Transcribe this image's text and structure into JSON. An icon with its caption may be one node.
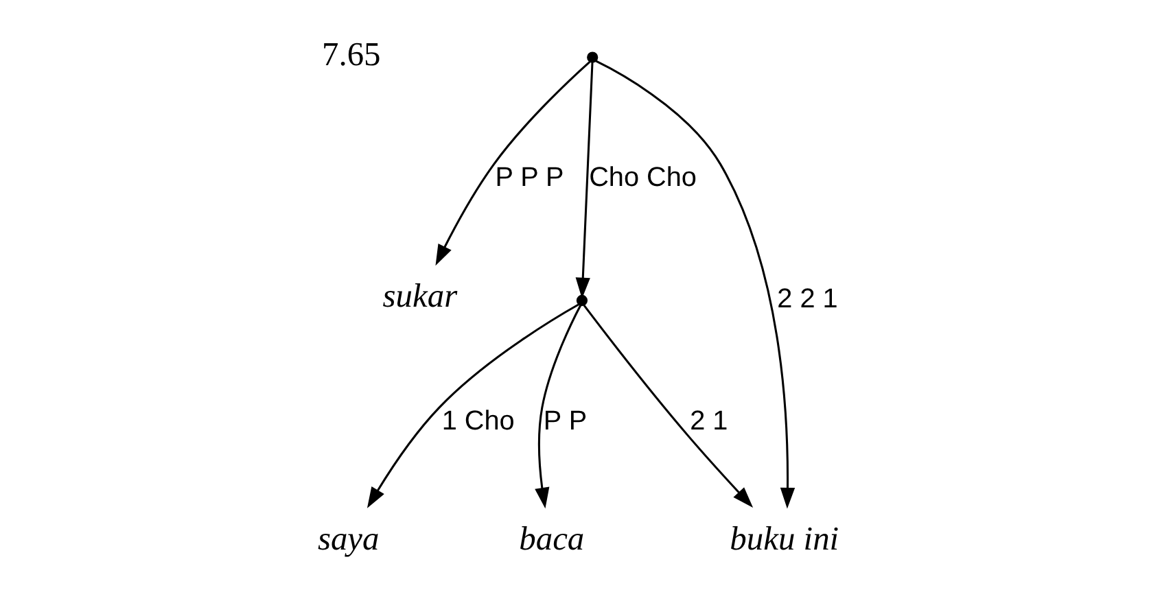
{
  "diagram": {
    "nodes": [
      {
        "text": [],
        "shape": "point"
      },
      {
        "text": [
          "sukar"
        ]
      },
      {
        "text": [],
        "shape": "point"
      },
      {
        "text": [
          "buku ini"
        ]
      },
      {
        "text": [
          "saya"
        ]
      },
      {
        "text": [
          "baca"
        ]
      }
    ],
    "edges": [
      {
        "from": 0,
        "to": 1,
        "arrow": "to",
        "label": "P P P"
      },
      {
        "from": 0,
        "to": 3,
        "arrow": "to",
        "label": "2 2 1"
      },
      {
        "from": 0,
        "to": 2,
        "arrow": "to",
        "label": "Cho Cho"
      },
      {
        "from": 2,
        "to": 3,
        "arrow": "to",
        "label": "2 1"
      },
      {
        "from": 2,
        "to": 4,
        "arrow": "to",
        "label": "1 Cho"
      },
      {
        "from": 2,
        "to": 5,
        "arrow": "to",
        "label": "P P"
      }
    ],
    "labels": [
      "7.65"
    ]
  }
}
